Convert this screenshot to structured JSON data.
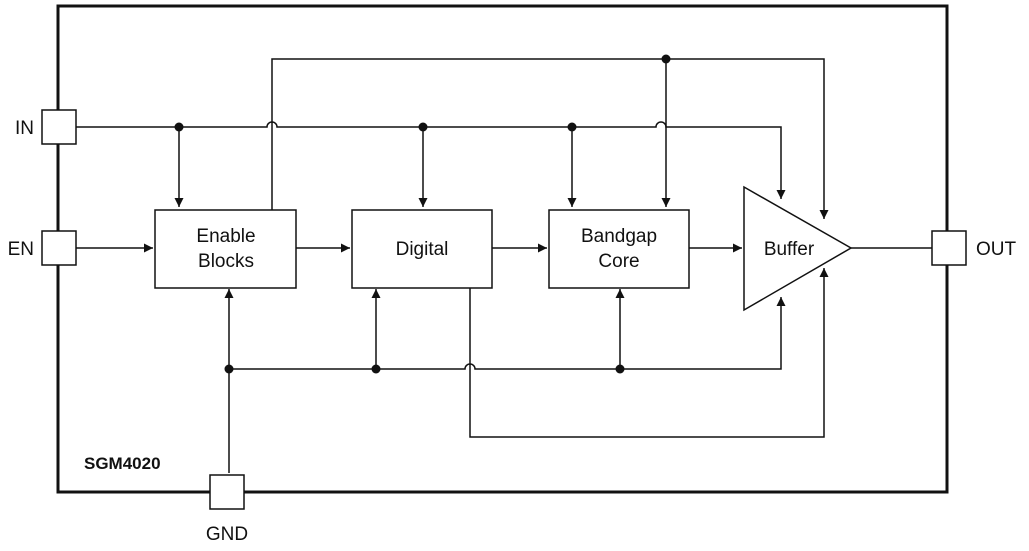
{
  "chip_label": "SGM4020",
  "pins": {
    "in": "IN",
    "en": "EN",
    "out": "OUT",
    "gnd": "GND"
  },
  "blocks": {
    "enable": [
      "Enable",
      "Blocks"
    ],
    "digital": [
      "Digital"
    ],
    "bandgap": [
      "Bandgap",
      "Core"
    ],
    "buffer": [
      "Buffer"
    ]
  }
}
